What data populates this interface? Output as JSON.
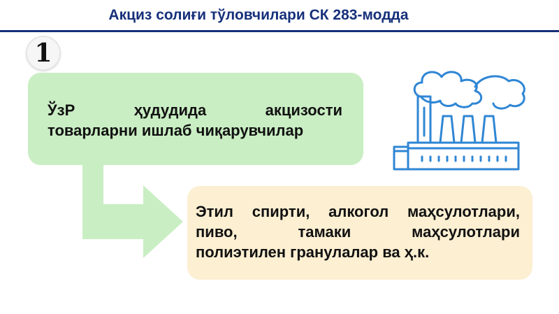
{
  "header": {
    "title": "Акциз солиғи тўловчилари СК 283-модда",
    "accent_color": "#16307a"
  },
  "badge": {
    "number": "1"
  },
  "producers": {
    "words_line1": [
      "ЎзР",
      "ҳудудида",
      "акцизости"
    ],
    "line2": "товарларни ишлаб чиқарувчилар",
    "color": "#c9eec3"
  },
  "goods": {
    "words_line1": [
      "Этил",
      "спирти,",
      "алкогол",
      "маҳсулотлари,"
    ],
    "words_line2": [
      "пиво,",
      "тамаки",
      "маҳсулотлари"
    ],
    "line3": "полиэтилен гранулалар ва ҳ.к.",
    "color": "#fcefd2"
  },
  "icons": {
    "factory": "factory-icon",
    "arrow": "arrow-right-icon"
  }
}
